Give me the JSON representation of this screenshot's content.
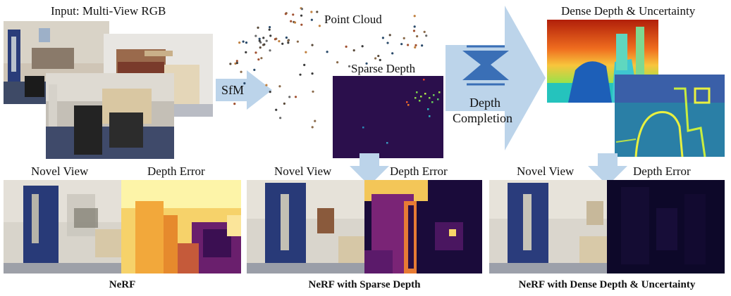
{
  "top": {
    "input_label": "Input: Multi-View RGB",
    "sfm_label": "SfM",
    "point_cloud_label": "Point Cloud",
    "sparse_depth_label": "Sparse Depth",
    "depth_completion_label": [
      "Depth",
      "Completion"
    ],
    "dense_label": "Dense Depth & Uncertainty"
  },
  "panels": [
    {
      "novel_view_label": "Novel View",
      "depth_error_label": "Depth Error",
      "caption": "NeRF"
    },
    {
      "novel_view_label": "Novel View",
      "depth_error_label": "Depth Error",
      "caption": "NeRF with Sparse Depth"
    },
    {
      "novel_view_label": "Novel View",
      "depth_error_label": "Depth Error",
      "caption": "NeRF with Dense Depth & Uncertainty"
    }
  ],
  "colors": {
    "arrow": "#bcd4ea",
    "network_icon": "#3a6fb6",
    "sparse_bg": "#2b0f4c",
    "error_dark": "#0d0829",
    "error_bright": "#f5d96c",
    "door_blue": "#283a78"
  }
}
